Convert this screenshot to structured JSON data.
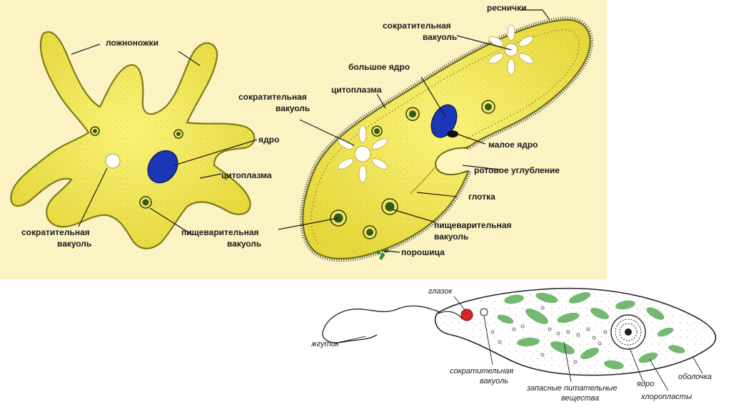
{
  "colors": {
    "top_background": "#fbf3c4",
    "cell_fill": "#f3e95a",
    "cell_outline": "#6b6a14",
    "nucleus": "#1b37b8",
    "food_vacuole": "#2f5a1e",
    "chloroplast": "#6db56a",
    "eyespot": "#d6262a"
  },
  "amoeba": {
    "labels": {
      "pseudopods": "ложноножки",
      "nucleus": "ядро",
      "cytoplasm": "цитоплазма",
      "contractile_l1": "сократительная",
      "contractile_l2": "вакуоль",
      "digestive_l1": "пищеварительная",
      "digestive_l2": "вакуоль"
    }
  },
  "paramecium": {
    "labels": {
      "cilia": "реснички",
      "contractile_top_l1": "сократительная",
      "contractile_top_l2": "вакуоль",
      "macronucleus": "большое ядро",
      "cytoplasm": "цитоплазма",
      "contractile_left_l1": "сократительная",
      "contractile_left_l2": "вакуоль",
      "micronucleus": "малое ядро",
      "oral_groove": "ротовое углубление",
      "pharynx": "глотка",
      "digestive_l1": "пищеварительная",
      "digestive_l2": "вакуоль",
      "anal_pore": "порошица"
    }
  },
  "euglena": {
    "labels": {
      "eyespot": "глазок",
      "flagellum": "жгутик",
      "contractile_l1": "сократительная",
      "contractile_l2": "вакуоль",
      "reserves_l1": "запасные питательные",
      "reserves_l2": "вещества",
      "nucleus": "ядро",
      "pellicle": "оболочка",
      "chloroplasts": "хлоропласты"
    }
  }
}
